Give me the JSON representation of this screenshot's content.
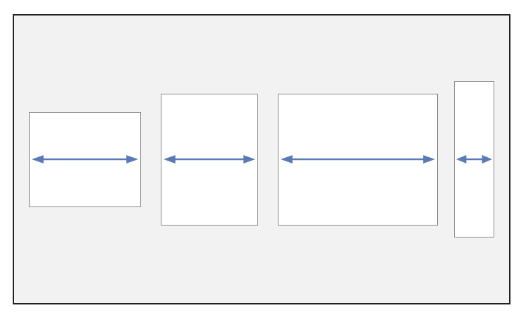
{
  "colors": {
    "canvas_background": "#f2f2f2",
    "canvas_border": "#222222",
    "panel_background": "#ffffff",
    "panel_border": "#8a8a8a",
    "arrow": "#5a7ab5"
  },
  "panels": [
    {
      "arrow": "double-headed-horizontal-arrow"
    },
    {
      "arrow": "double-headed-horizontal-arrow"
    },
    {
      "arrow": "double-headed-horizontal-arrow"
    },
    {
      "arrow": "double-headed-horizontal-arrow"
    }
  ]
}
